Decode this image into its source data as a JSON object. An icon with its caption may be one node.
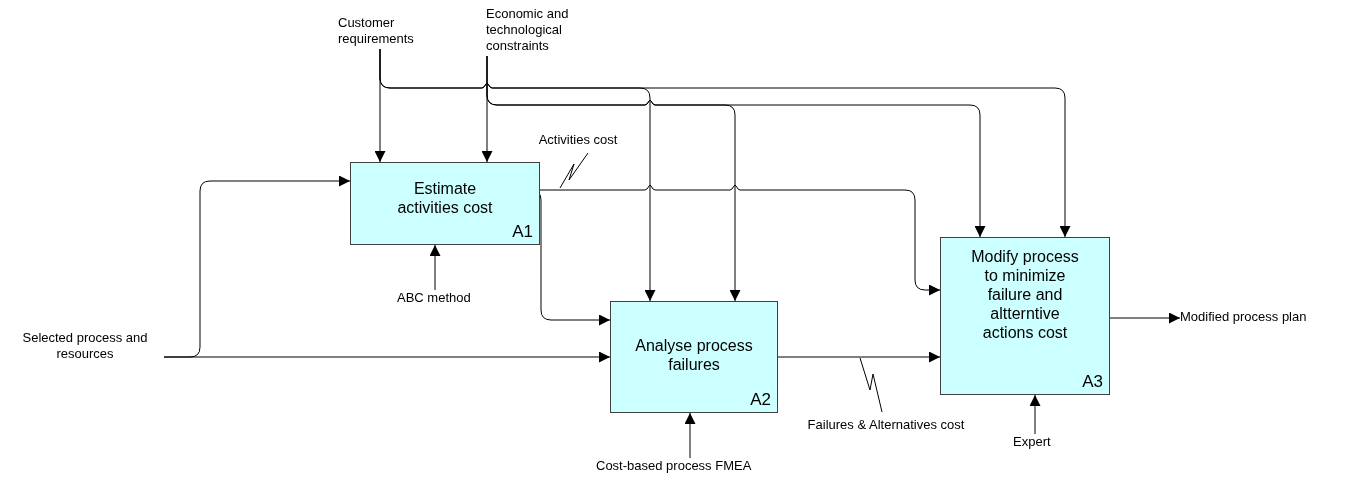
{
  "diagram": {
    "nodes": [
      {
        "text": [
          "Estimate activities cost",
          "A1"
        ]
      },
      {
        "text": [
          "Analyse process failures",
          "A2"
        ]
      },
      {
        "text": [
          "Modify process to minimize failure and altterntive actions cost",
          "A3"
        ]
      },
      {
        "text": [
          "Customer requirements"
        ]
      },
      {
        "text": [
          "Economic and technological constraints"
        ]
      },
      {
        "text": [
          "Selected process and resources"
        ]
      },
      {
        "text": [
          "ABC method"
        ]
      },
      {
        "text": [
          "Cost-based process FMEA"
        ]
      },
      {
        "text": [
          "Expert"
        ]
      },
      {
        "text": [
          "Modified process plan"
        ]
      }
    ],
    "edges": [
      {
        "from": 3,
        "to": 0,
        "arrow": "to"
      },
      {
        "from": 3,
        "to": 1,
        "arrow": "to"
      },
      {
        "from": 3,
        "to": 2,
        "arrow": "to"
      },
      {
        "from": 4,
        "to": 0,
        "arrow": "to"
      },
      {
        "from": 4,
        "to": 1,
        "arrow": "to"
      },
      {
        "from": 4,
        "to": 2,
        "arrow": "to"
      },
      {
        "from": 5,
        "to": 0,
        "arrow": "to"
      },
      {
        "from": 5,
        "to": 1,
        "arrow": "to"
      },
      {
        "from": 6,
        "to": 0,
        "arrow": "to"
      },
      {
        "from": 0,
        "to": 1,
        "arrow": "to"
      },
      {
        "from": 0,
        "to": 2,
        "arrow": "to",
        "label": "Activities cost"
      },
      {
        "from": 7,
        "to": 1,
        "arrow": "to"
      },
      {
        "from": 1,
        "to": 2,
        "arrow": "to",
        "label": "Failures & Alternatives cost"
      },
      {
        "from": 8,
        "to": 2,
        "arrow": "to"
      },
      {
        "from": 2,
        "to": 9,
        "arrow": "to"
      }
    ]
  }
}
